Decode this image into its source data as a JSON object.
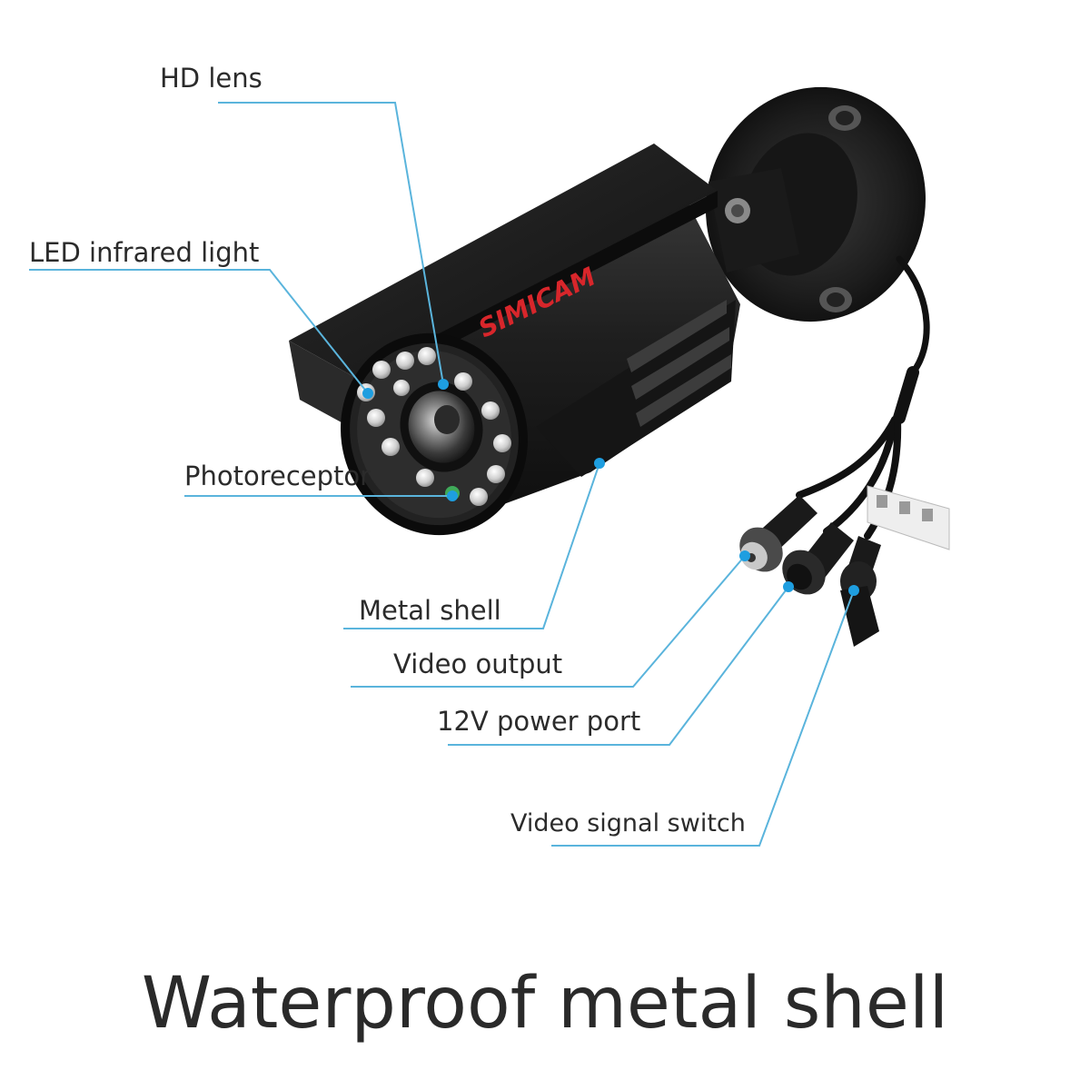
{
  "brand": {
    "logo_text": "SIMICAM",
    "logo_color": "#d8262b"
  },
  "callouts": {
    "hd_lens": "HD lens",
    "led_infrared_light": "LED infrared light",
    "photoreceptor": "Photoreceptor",
    "metal_shell": "Metal shell",
    "video_output": "Video output",
    "power_port": "12V power port",
    "video_signal_switch": "Video signal switch"
  },
  "headline": "Waterproof metal shell",
  "colors": {
    "callout_line": "#5ab4dc",
    "callout_dot": "#1e9ee0",
    "body": "#1b1b1b",
    "text": "#2b2b2b"
  },
  "icons": [
    "camera-illustration",
    "callout-dot"
  ]
}
